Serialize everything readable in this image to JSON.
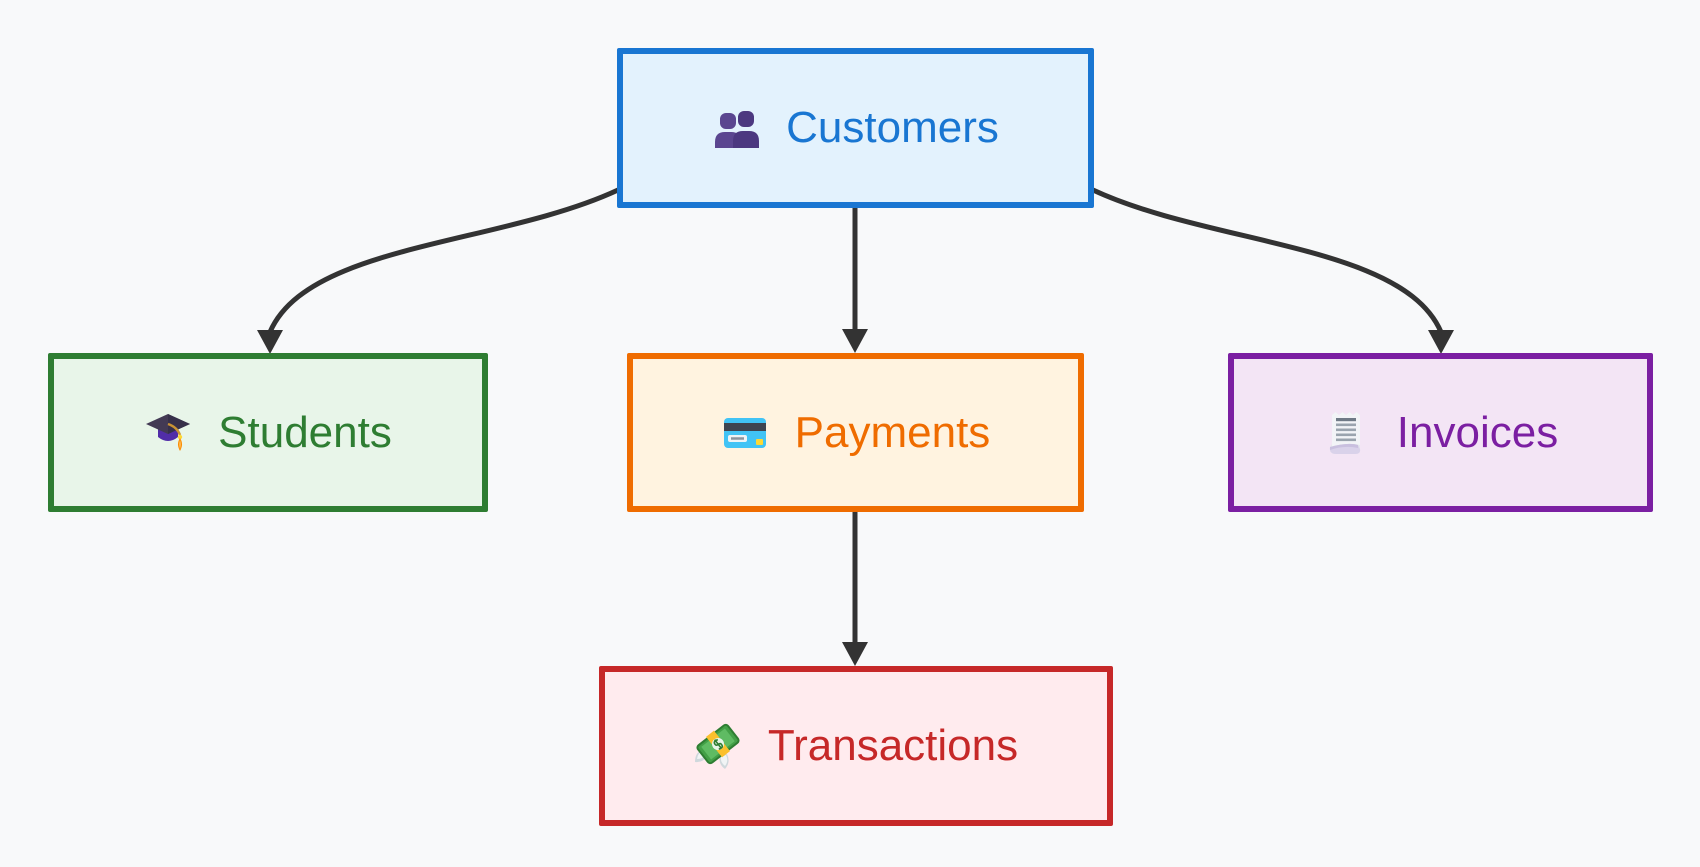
{
  "diagram": {
    "type": "flowchart",
    "direction": "top-down",
    "background_color": "#f8f9fa",
    "edge_color": "#333333",
    "nodes": [
      {
        "id": "customers",
        "label": "Customers",
        "icon": "people-icon",
        "border_color": "#1976d2",
        "fill_color": "#e3f2fd",
        "text_color": "#1976d2"
      },
      {
        "id": "students",
        "label": "Students",
        "icon": "graduation-cap-icon",
        "border_color": "#2e7d32",
        "fill_color": "#e8f5e9",
        "text_color": "#2e7d32"
      },
      {
        "id": "payments",
        "label": "Payments",
        "icon": "credit-card-icon",
        "border_color": "#ef6c00",
        "fill_color": "#fff3e0",
        "text_color": "#ef6c00"
      },
      {
        "id": "invoices",
        "label": "Invoices",
        "icon": "receipt-icon",
        "border_color": "#7b1fa2",
        "fill_color": "#f3e5f5",
        "text_color": "#7b1fa2"
      },
      {
        "id": "transactions",
        "label": "Transactions",
        "icon": "money-with-wings-icon",
        "border_color": "#c62828",
        "fill_color": "#ffebee",
        "text_color": "#c62828"
      }
    ],
    "edges": [
      {
        "from": "customers",
        "to": "students"
      },
      {
        "from": "customers",
        "to": "payments"
      },
      {
        "from": "customers",
        "to": "invoices"
      },
      {
        "from": "payments",
        "to": "transactions"
      }
    ]
  },
  "nodes": {
    "customers": {
      "label": "Customers"
    },
    "students": {
      "label": "Students"
    },
    "payments": {
      "label": "Payments"
    },
    "invoices": {
      "label": "Invoices"
    },
    "transactions": {
      "label": "Transactions"
    }
  }
}
